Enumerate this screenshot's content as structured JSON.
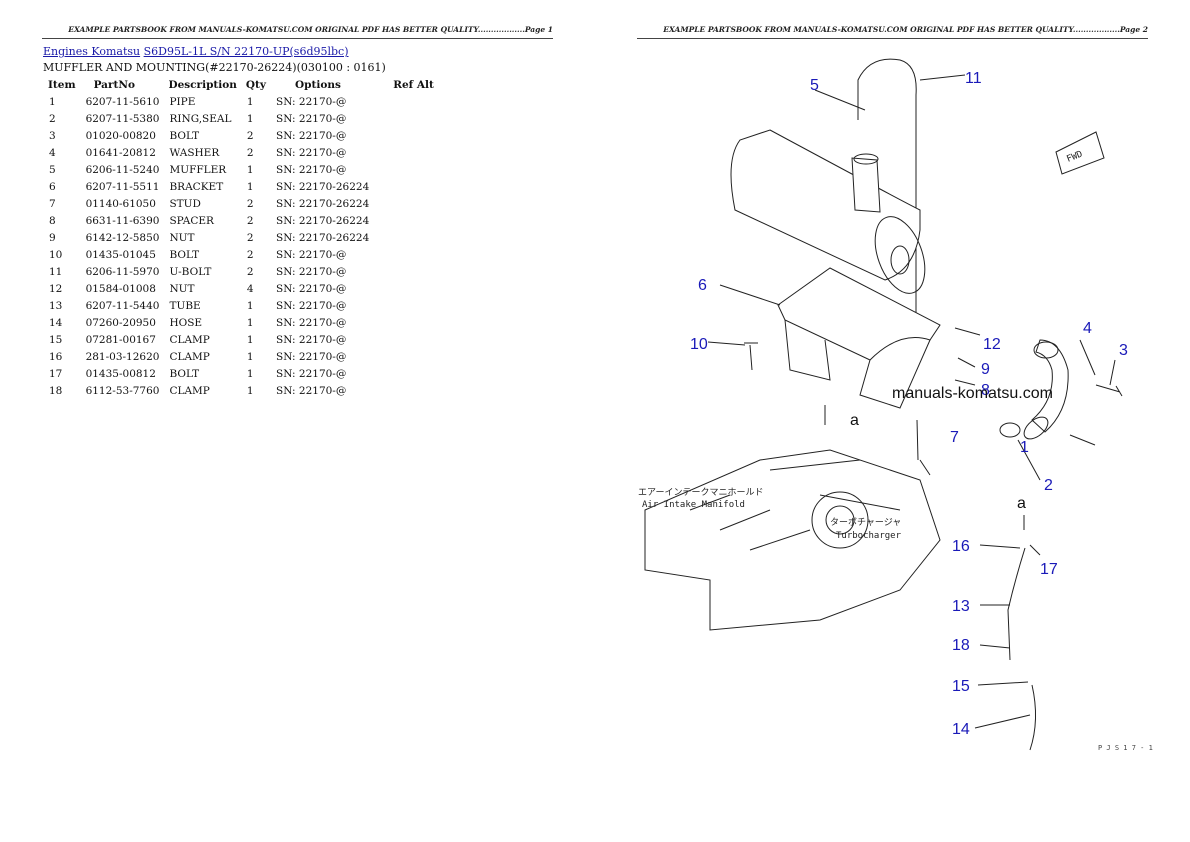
{
  "headers": {
    "page1": "EXAMPLE PARTSBOOK FROM MANUALS-KOMATSU.COM ORIGINAL PDF HAS BETTER QUALITY..................Page 1",
    "page2": "EXAMPLE PARTSBOOK FROM MANUALS-KOMATSU.COM ORIGINAL PDF HAS BETTER QUALITY..................Page 2"
  },
  "breadcrumb": {
    "link1": "Engines Komatsu",
    "link2": "S6D95L-1L S/N 22170-UP(s6d95lbc)"
  },
  "subtitle": "MUFFLER AND MOUNTING(#22170-26224)(030100 : 0161)",
  "table": {
    "columns": [
      "Item",
      "PartNo",
      "Description",
      "Qty",
      "Options",
      "Ref Alt"
    ],
    "rows": [
      [
        "1",
        "6207-11-5610",
        "PIPE",
        "1",
        "SN: 22170-@",
        ""
      ],
      [
        "2",
        "6207-11-5380",
        "RING,SEAL",
        "1",
        "SN: 22170-@",
        ""
      ],
      [
        "3",
        "01020-00820",
        "BOLT",
        "2",
        "SN: 22170-@",
        ""
      ],
      [
        "4",
        "01641-20812",
        "WASHER",
        "2",
        "SN: 22170-@",
        ""
      ],
      [
        "5",
        "6206-11-5240",
        "MUFFLER",
        "1",
        "SN: 22170-@",
        ""
      ],
      [
        "6",
        "6207-11-5511",
        "BRACKET",
        "1",
        "SN: 22170-26224",
        ""
      ],
      [
        "7",
        "01140-61050",
        "STUD",
        "2",
        "SN: 22170-26224",
        ""
      ],
      [
        "8",
        "6631-11-6390",
        "SPACER",
        "2",
        "SN: 22170-26224",
        ""
      ],
      [
        "9",
        "6142-12-5850",
        "NUT",
        "2",
        "SN: 22170-26224",
        ""
      ],
      [
        "10",
        "01435-01045",
        "BOLT",
        "2",
        "SN: 22170-@",
        ""
      ],
      [
        "11",
        "6206-11-5970",
        "U-BOLT",
        "2",
        "SN: 22170-@",
        ""
      ],
      [
        "12",
        "01584-01008",
        "NUT",
        "4",
        "SN: 22170-@",
        ""
      ],
      [
        "13",
        "6207-11-5440",
        "TUBE",
        "1",
        "SN: 22170-@",
        ""
      ],
      [
        "14",
        "07260-20950",
        "HOSE",
        "1",
        "SN: 22170-@",
        ""
      ],
      [
        "15",
        "07281-00167",
        "CLAMP",
        "1",
        "SN: 22170-@",
        ""
      ],
      [
        "16",
        "281-03-12620",
        "CLAMP",
        "1",
        "SN: 22170-@",
        ""
      ],
      [
        "17",
        "01435-00812",
        "BOLT",
        "1",
        "SN: 22170-@",
        ""
      ],
      [
        "18",
        "6112-53-7760",
        "CLAMP",
        "1",
        "SN: 22170-@",
        ""
      ]
    ]
  },
  "diagram": {
    "callouts": [
      "1",
      "2",
      "3",
      "4",
      "5",
      "6",
      "7",
      "8",
      "9",
      "10",
      "11",
      "12",
      "13",
      "14",
      "15",
      "16",
      "17",
      "18"
    ],
    "label_a": "a",
    "intake_jp": "エアーインテークマニホールド",
    "intake_en": "Air Intake Manifold",
    "turbo_jp": "ターボチャージャ",
    "turbo_en": "Turbocharger",
    "fwd": "FWD",
    "watermark": "manuals-komatsu.com",
    "figure_id": "P J S 1 7 - 1"
  }
}
